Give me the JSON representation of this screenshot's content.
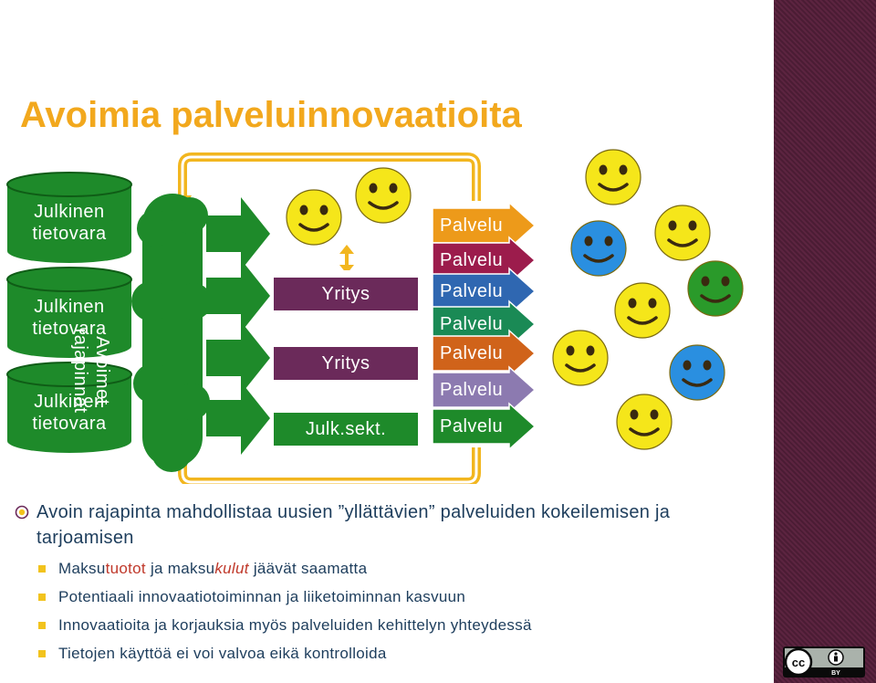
{
  "title": "Avoimia palveluinnovaatioita",
  "sources": [
    {
      "line1": "Julkinen",
      "line2": "tietovara"
    },
    {
      "line1": "Julkinen",
      "line2": "tietovara"
    },
    {
      "line1": "Julkinen",
      "line2": "tietovara"
    }
  ],
  "api": {
    "line1": "Avoimet",
    "line2": "rajapinnat"
  },
  "companies": [
    "Yritys",
    "Yritys",
    "Julk.sekt."
  ],
  "services": [
    {
      "label": "Palvelu",
      "color": "#ed9a1a"
    },
    {
      "label": "Palvelu",
      "color": "#9c1c4c"
    },
    {
      "label": "Palvelu",
      "color": "#2f67b1"
    },
    {
      "label": "Palvelu",
      "color": "#1a8a55"
    },
    {
      "label": "Palvelu",
      "color": "#d0631a"
    },
    {
      "label": "Palvelu",
      "color": "#8c7ab0"
    },
    {
      "label": "Palvelu",
      "color": "#1e8a2a"
    }
  ],
  "bullet_main": "Avoin rajapinta mahdollistaa uusien ”yllättävien” palveluiden kokeilemisen ja tarjoamisen",
  "sub_bullet_1": {
    "p1": "Maksu",
    "p2": "tuotot",
    "p3": " ja maksu",
    "p4": "kulut",
    "p5": " jäävät saamatta"
  },
  "sub_bullets": [
    "Potentiaali innovaatiotoiminnan ja liiketoiminnan kasvuun",
    "Innovaatioita ja korjauksia myös palveluiden kehittelyn yhteydessä",
    "Tietojen käyttöä ei voi valvoa eikä kontrolloida"
  ],
  "license_badge": "BY",
  "colors": {
    "title": "#f2a81d",
    "green": "#1e8a2a",
    "body_text": "#1d3d5c",
    "highlight": "#c0392b",
    "smiley_yellow": "#f5e61a",
    "smiley_blue": "#2a8fe0",
    "smiley_green": "#2a9a2a"
  }
}
